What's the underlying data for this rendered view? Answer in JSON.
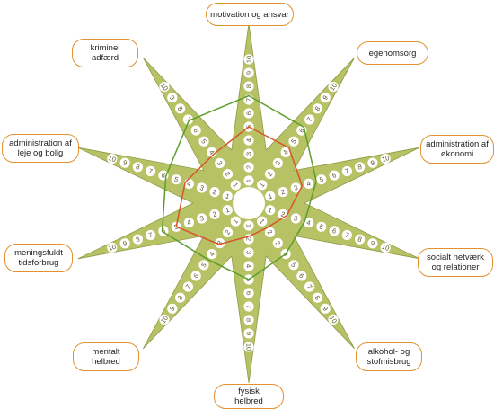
{
  "colors": {
    "star_fill": "#b6c264",
    "star_stroke": "#8f9a45",
    "dot_fill": "#ffffff",
    "tick_text": "#5a5a28",
    "label_border": "#e0922e",
    "series_inner": "#d9542a",
    "series_outer": "#5c9e2c"
  },
  "diagram": {
    "scale_max": 10,
    "ticks": [
      "1",
      "2",
      "3",
      "4",
      "5",
      "6",
      "7",
      "8",
      "9",
      "10"
    ],
    "domains": [
      {
        "label": "motivation og ansvar",
        "inner_score": 5,
        "outer_score": 7.3
      },
      {
        "label": "egenomsorg",
        "inner_score": 4.4,
        "outer_score": 6.3
      },
      {
        "label": "administration af\nøkonomi",
        "inner_score": 3.5,
        "outer_score": 4.6
      },
      {
        "label": "socialt netværk\nog relationer",
        "inner_score": 2.3,
        "outer_score": 3.7
      },
      {
        "label": "alkohol- og\nstofmisbrug",
        "inner_score": 1.6,
        "outer_score": 4
      },
      {
        "label": "fysisk\nhelbred",
        "inner_score": 1.8,
        "outer_score": 5
      },
      {
        "label": "mentalt\nhelbred",
        "inner_score": 3.1,
        "outer_score": 4.5
      },
      {
        "label": "meningsfuldt\ntidsforbrug",
        "inner_score": 5,
        "outer_score": 6.1
      },
      {
        "label": "administration af\nleje og bolig",
        "inner_score": 4.3,
        "outer_score": 5.8
      },
      {
        "label": "kriminel\nadfærd",
        "inner_score": 3.8,
        "outer_score": 6.9
      }
    ]
  }
}
